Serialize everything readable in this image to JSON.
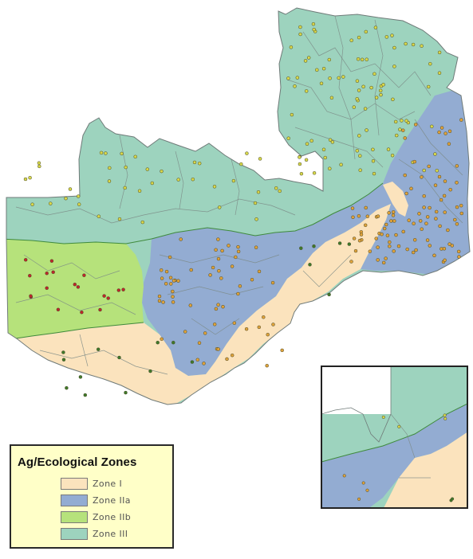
{
  "legend": {
    "title": "Ag/Ecological Zones",
    "items": [
      {
        "label": "Zone I",
        "color": "#fbe3bd"
      },
      {
        "label": "Zone IIa",
        "color": "#93acd2"
      },
      {
        "label": "Zone IIb",
        "color": "#b6e27b"
      },
      {
        "label": "Zone III",
        "color": "#9dd3be"
      }
    ]
  },
  "colors": {
    "zone_i": "#fbe3bd",
    "zone_iia": "#93acd2",
    "zone_iib": "#b6e27b",
    "zone_iii": "#9dd3be",
    "boundary": "#6f7a78",
    "zone_divider": "#3f8a3c",
    "marker_orange": "#e0a23a",
    "marker_yellow": "#d8d84a",
    "marker_red": "#c0262b",
    "marker_green": "#3f7a2a"
  },
  "markers": {
    "zone_i_color": "green",
    "zone_iia_color": "orange",
    "zone_iib_color": "red",
    "zone_iii_color": "yellow"
  },
  "inset": {
    "description_visible": false
  }
}
